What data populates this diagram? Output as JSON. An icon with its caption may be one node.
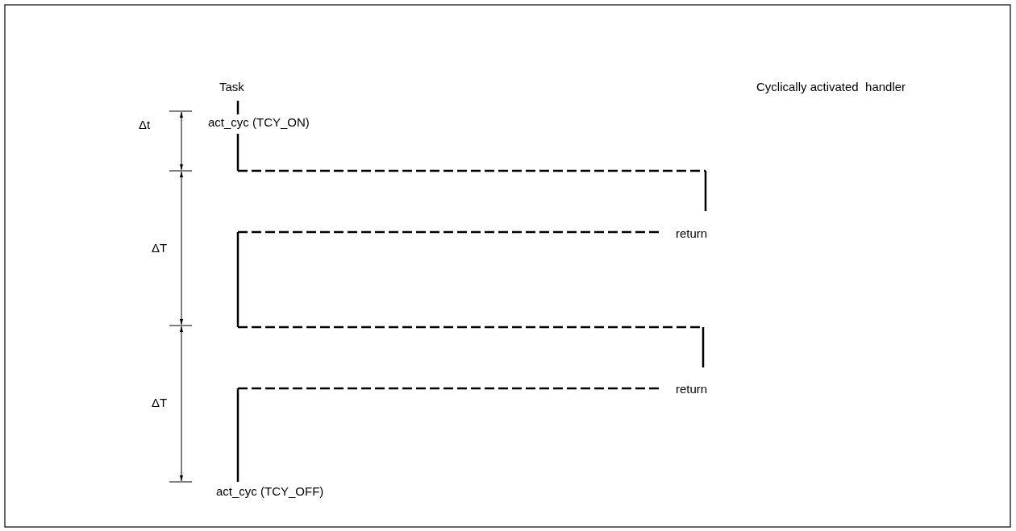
{
  "diagram": {
    "labels": [
      "Task",
      "Cyclically activated  handler",
      "act_cyc (TCY_ON)",
      "Δt",
      "return",
      "ΔT",
      "return",
      "ΔT",
      "act_cyc (TCY_OFF)"
    ]
  }
}
